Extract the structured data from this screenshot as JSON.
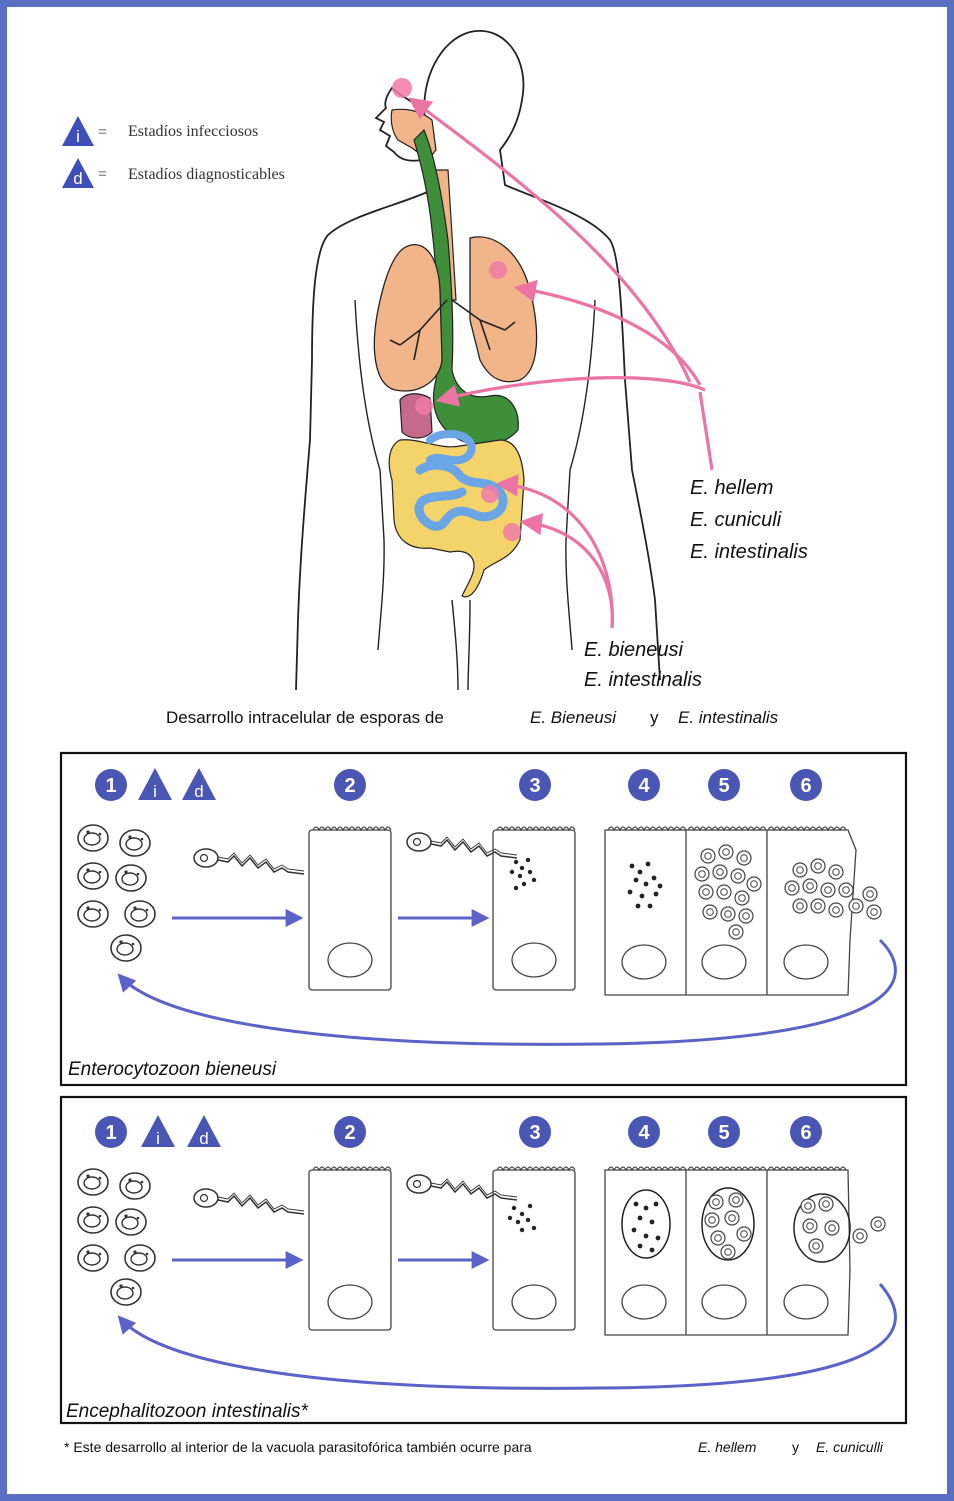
{
  "legend": {
    "infectious_symbol": "i",
    "diagnostic_symbol": "d",
    "equals": "=",
    "infectious_label": "Estadíos infecciosos",
    "diagnostic_label": "Estadíos diagnosticables"
  },
  "species_upper": {
    "line1": "E. hellem",
    "line2": "E. cuniculi",
    "line3": "E. intestinalis"
  },
  "species_lower": {
    "line1": "E. bieneusi",
    "line2": "E. intestinalis"
  },
  "caption": {
    "text_before": "Desarrollo intracelular de esporas de",
    "species_a": "E. Bieneusi",
    "conj": "y",
    "species_b": "E. intestinalis"
  },
  "panels": [
    {
      "title": "Enterocytozoon bieneusi",
      "steps": [
        "1",
        "2",
        "3",
        "4",
        "5",
        "6"
      ]
    },
    {
      "title": "Encephalitozoon intestinalis*",
      "steps": [
        "1",
        "2",
        "3",
        "4",
        "5",
        "6"
      ]
    }
  ],
  "footnote": {
    "text_before": "* Este desarrollo al interior de la vacuola parasitofórica también ocurre para",
    "species_a": "E. hellem",
    "conj": "y",
    "species_b": "E. cuniculli"
  },
  "colors": {
    "frame": "#5a6fc4",
    "arrow_pink": "#ec74a4",
    "cycle_blue": "#5b63c9",
    "step_badge": "#4a56b4",
    "lung": "#f2b58a",
    "esophagus": "#3f8f3a",
    "colon": "#f3d36a",
    "small_intestine": "#6aa6e6",
    "liver": "#c56a8a"
  }
}
